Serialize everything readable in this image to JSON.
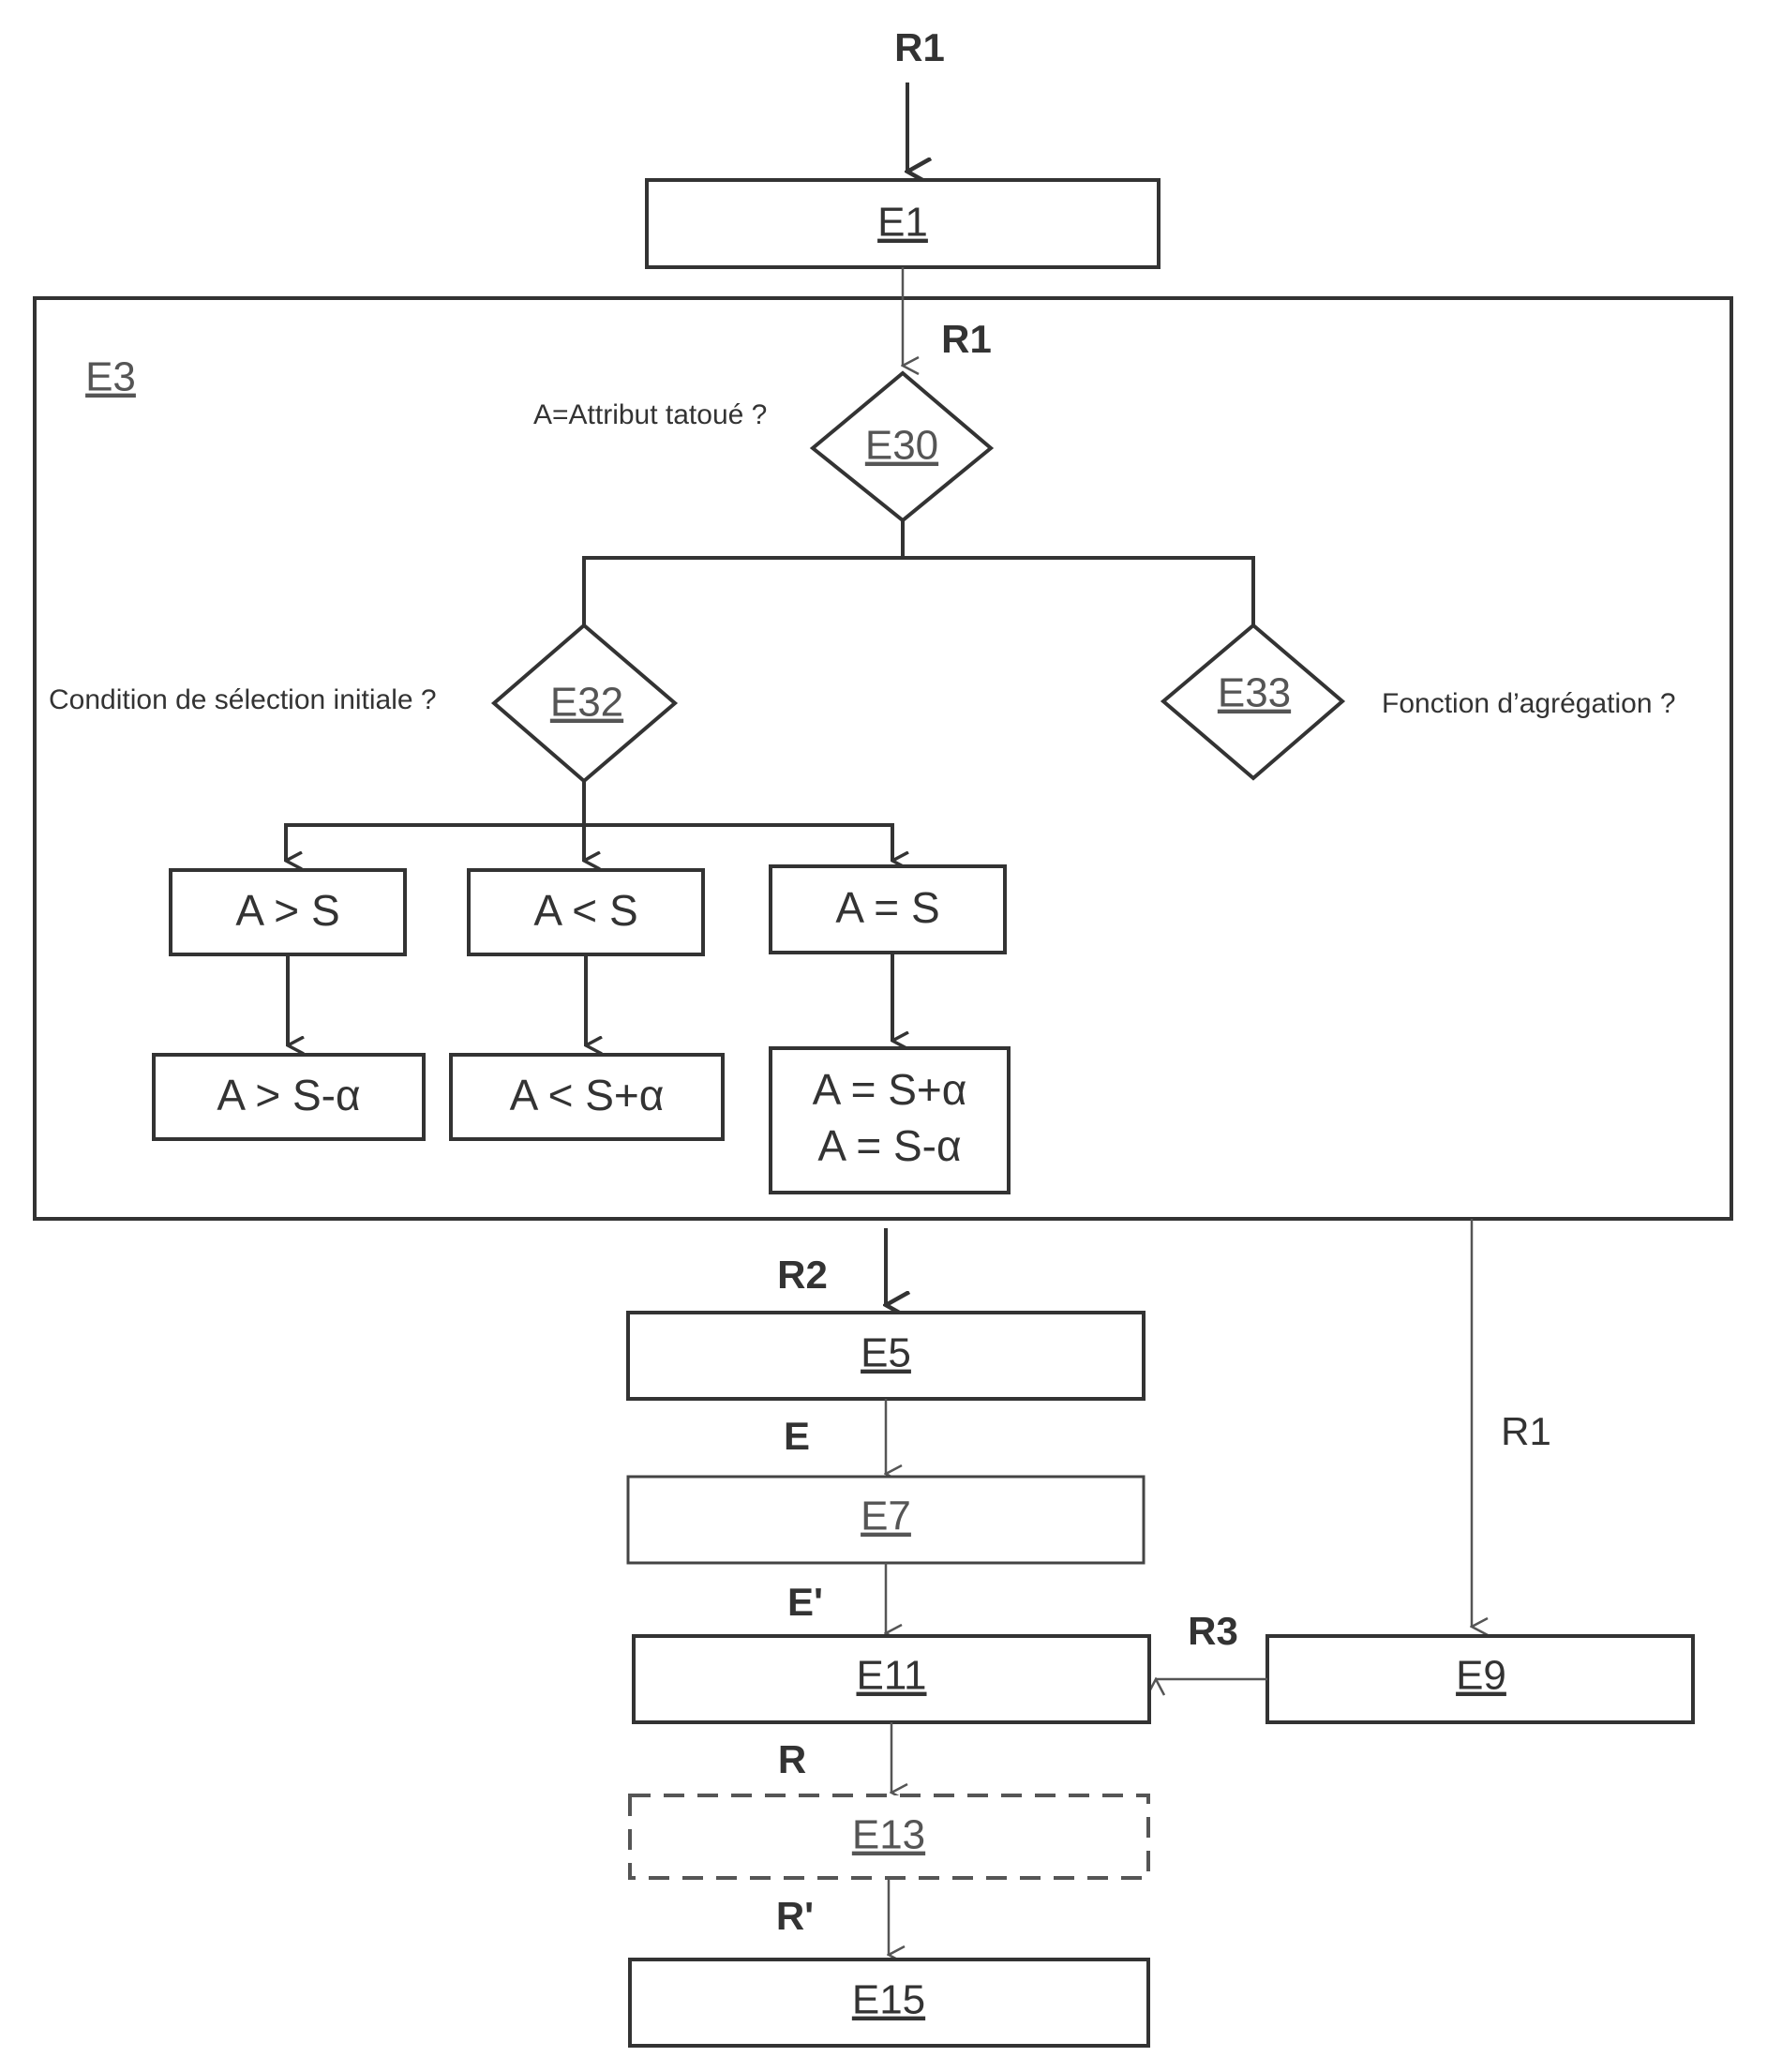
{
  "labels": {
    "r1_top": "R1",
    "r1_inner": "R1",
    "r1_side": "R1",
    "r2": "R2",
    "r3": "R3",
    "e": "E",
    "e_prime": "E'",
    "r": "R",
    "r_prime": "R'"
  },
  "steps": {
    "e1": "E1",
    "e3": "E3",
    "e30": "E30",
    "e32": "E32",
    "e33": "E33",
    "e5": "E5",
    "e7": "E7",
    "e9": "E9",
    "e11": "E11",
    "e13": "E13",
    "e15": "E15"
  },
  "questions": {
    "e30": "A=Attribut tatoué ?",
    "e32": "Condition de sélection initiale ?",
    "e33": "Fonction d’agrégation ?"
  },
  "conditions": {
    "gt": "A > S",
    "lt": "A < S",
    "eq": "A = S",
    "gt_alpha": "A > S-α",
    "lt_alpha": "A < S+α",
    "eq_alpha_plus": "A = S+α",
    "eq_alpha_minus": "A = S-α"
  }
}
